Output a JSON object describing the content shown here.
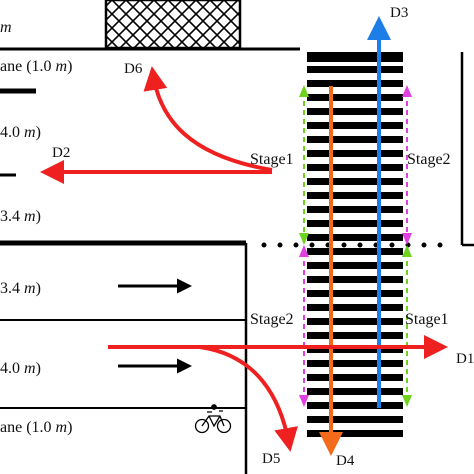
{
  "lanes": {
    "top_partial": "m",
    "bike_lane_top": "ane (1.0 m)",
    "lane_4_0_top": "4.0 m)",
    "lane_3_4_top": "3.4 m)",
    "lane_3_4_bottom": "3.4 m)",
    "lane_4_0_bottom": "4.0 m)",
    "bike_lane_bottom": "ane (1.0 m)"
  },
  "destinations": {
    "d1": "D1",
    "d2": "D2",
    "d3": "D3",
    "d4": "D4",
    "d5": "D5",
    "d6": "D6"
  },
  "stages": {
    "upper_left": "Stage1",
    "upper_right": "Stage2",
    "lower_left": "Stage2",
    "lower_right": "Stage1"
  },
  "colors": {
    "red": "#ee2020",
    "blue": "#1c7ee6",
    "orange": "#f26a1a",
    "green": "#6fd21e",
    "magenta": "#e040e0",
    "black": "#000000"
  }
}
